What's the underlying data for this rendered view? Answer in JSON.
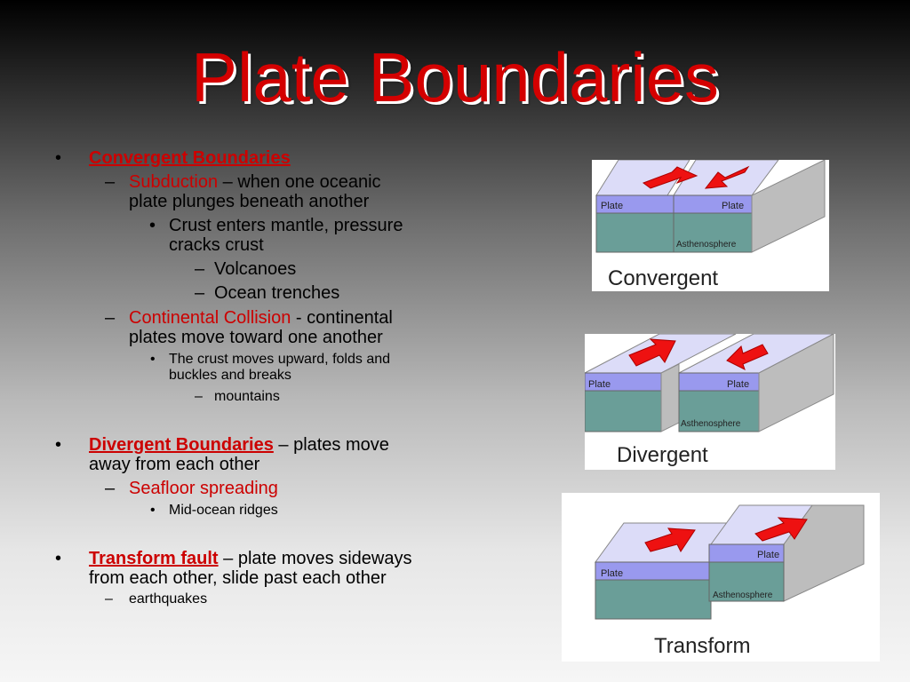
{
  "title": "Plate Boundaries",
  "convergent": {
    "heading": "Convergent Boundaries",
    "subduction": {
      "label": "Subduction",
      "rest_1": " – when one oceanic",
      "rest_2": "plate plunges beneath another",
      "bullet_1": "Crust enters mantle, pressure",
      "bullet_2": "cracks crust",
      "items": [
        "Volcanoes",
        "Ocean trenches"
      ]
    },
    "collision": {
      "label": "Continental Collision",
      "rest_1": " -  continental",
      "rest_2": "plates move toward one another",
      "bullet_1": "The crust moves upward, folds and",
      "bullet_2": "buckles and breaks",
      "item": "mountains"
    }
  },
  "divergent": {
    "heading": "Divergent Boundaries",
    "rest_1": " – plates move",
    "rest_2": "away from each other",
    "sub": "Seafloor spreading",
    "bullet": "Mid-ocean ridges"
  },
  "transform": {
    "heading": "Transform fault",
    "rest_1": " – plate moves sideways",
    "rest_2": "from each other, slide past each other",
    "item": "earthquakes"
  },
  "markers": {
    "bullet": "•",
    "dash": "–"
  },
  "figures": {
    "convergent": {
      "caption": "Convergent",
      "plate": "Plate",
      "asthenosphere": "Asthenosphere"
    },
    "divergent": {
      "caption": "Divergent",
      "plate": "Plate",
      "asthenosphere": "Asthenosphere"
    },
    "transform": {
      "caption": "Transform",
      "plate": "Plate",
      "asthenosphere": "Asthenosphere"
    }
  },
  "colors": {
    "title": "#d40000",
    "accent": "#cc0000",
    "plate": "#9999ee",
    "asthenosphere": "#6a9e98",
    "arrow": "#ee1111"
  }
}
